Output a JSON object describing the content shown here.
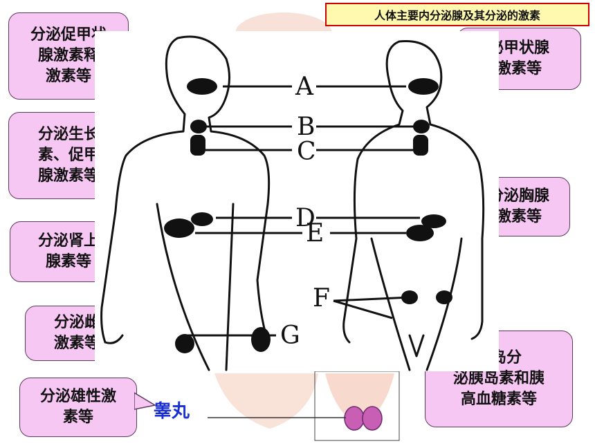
{
  "title": "人体主要内分泌腺及其分泌的激素",
  "callouts": {
    "left_1": "分泌促甲状\n腺激素释\n激素等",
    "left_2": "分泌生长\n素、促甲\n腺激素等",
    "left_3": "分泌肾上\n腺素等",
    "left_4": "分泌雌\n激素等",
    "left_5": "分泌雄性激\n素等",
    "right_1": "泌甲状腺\n激素等",
    "right_2": "分泌胸腺\n激素等",
    "right_3": "胰岛分\n泌胰岛素和胰\n高血糖素等"
  },
  "organ_label": "睾丸",
  "diagram_labels": {
    "a": "A",
    "b": "B",
    "c": "C",
    "d": "D",
    "e": "E",
    "f": "F",
    "g": "G"
  },
  "colors": {
    "callout_fill": "#f7c7f3",
    "title_fill": "#fff9b0",
    "title_border": "#d10000",
    "organ_label": "#1a2ed6"
  }
}
